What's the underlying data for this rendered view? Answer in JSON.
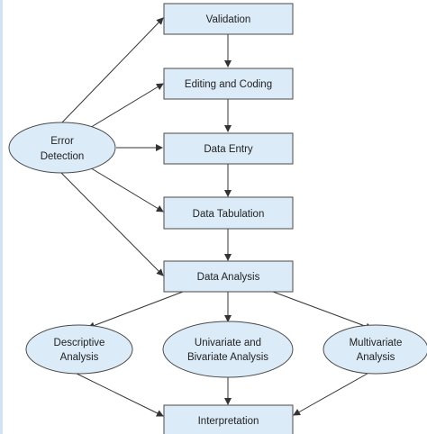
{
  "boxes": {
    "validation": "Validation",
    "editing": "Editing and Coding",
    "data_entry": "Data Entry",
    "data_tabulation": "Data Tabulation",
    "data_analysis": "Data Analysis",
    "interpretation": "Interpretation"
  },
  "error_detection": {
    "line1": "Error",
    "line2": "Detection"
  },
  "analysis_types": {
    "descriptive": {
      "line1": "Descriptive",
      "line2": "Analysis"
    },
    "univariate": {
      "line1": "Univariate and",
      "line2": "Bivariate Analysis"
    },
    "multivariate": {
      "line1": "Multivariate",
      "line2": "Analysis"
    }
  },
  "colors": {
    "node_fill": "#dcebf8",
    "node_stroke": "#4a4a4a",
    "arrow": "#333333"
  }
}
